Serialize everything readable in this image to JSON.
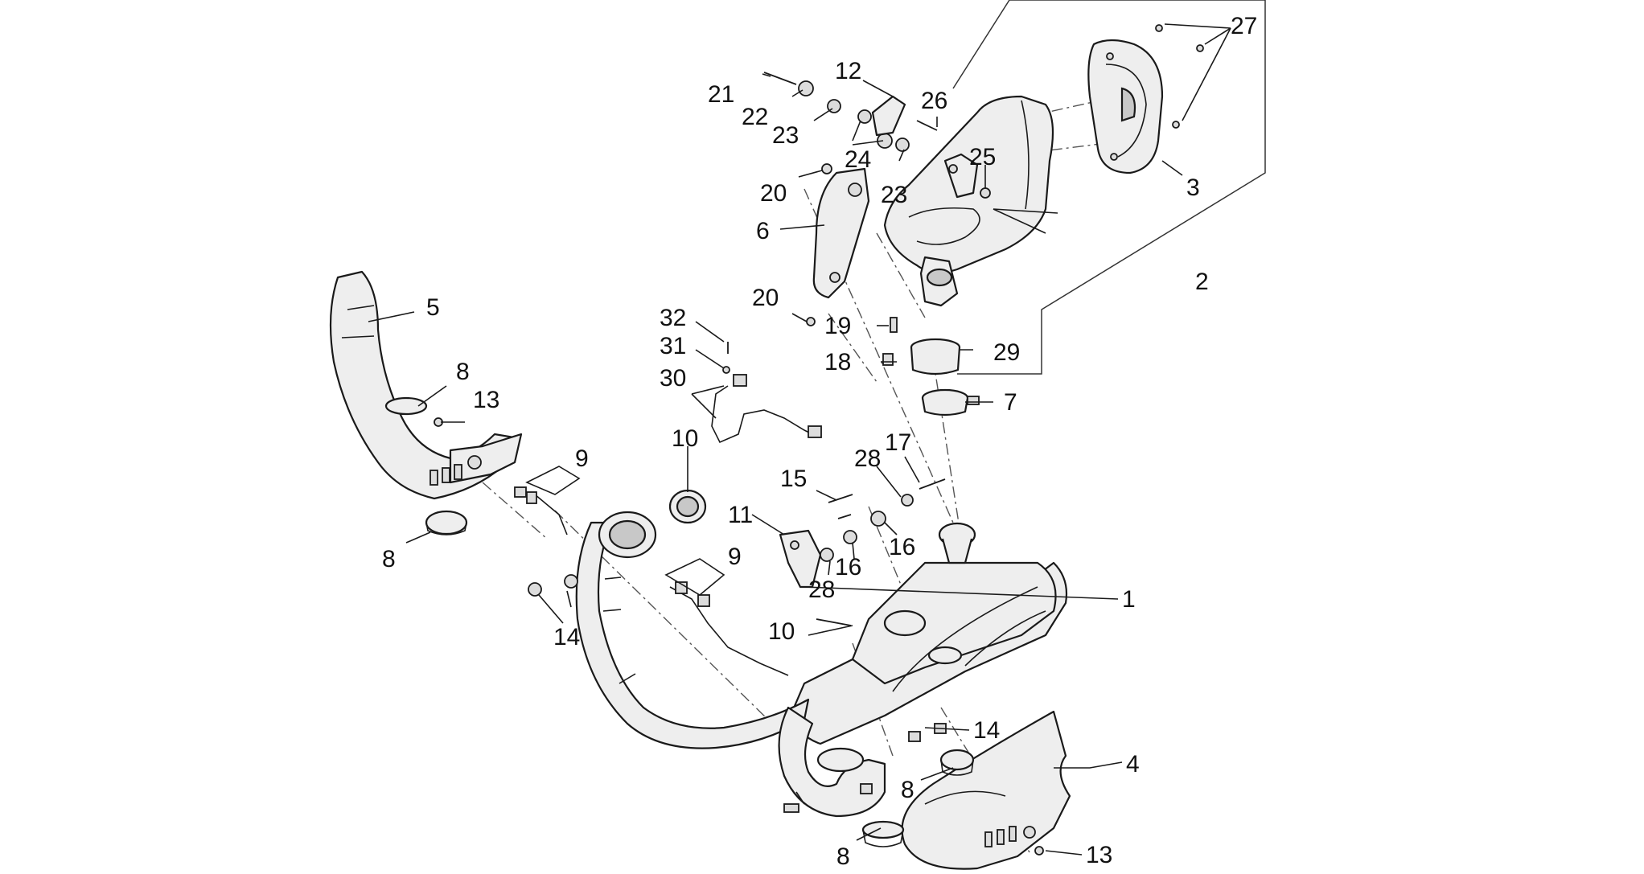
{
  "callouts": {
    "c1": "1",
    "c2": "2",
    "c3": "3",
    "c4": "4",
    "c5": "5",
    "c6": "6",
    "c7": "7",
    "c8a": "8",
    "c8b": "8",
    "c8c": "8",
    "c8d": "8",
    "c9a": "9",
    "c9b": "9",
    "c10a": "10",
    "c10b": "10",
    "c11": "11",
    "c12": "12",
    "c13a": "13",
    "c13b": "13",
    "c14a": "14",
    "c14b": "14",
    "c15": "15",
    "c16a": "16",
    "c16b": "16",
    "c17": "17",
    "c18": "18",
    "c19": "19",
    "c20a": "20",
    "c20b": "20",
    "c21": "21",
    "c22": "22",
    "c23a": "23",
    "c23b": "23",
    "c24": "24",
    "c25": "25",
    "c26": "26",
    "c27": "27",
    "c28a": "28",
    "c28b": "28",
    "c29": "29",
    "c30": "30",
    "c31": "31",
    "c32": "32"
  }
}
